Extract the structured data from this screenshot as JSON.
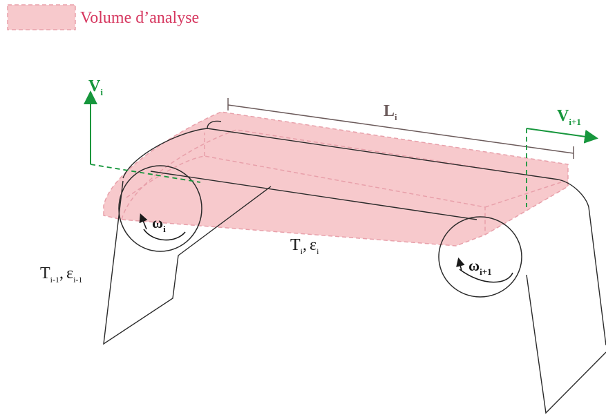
{
  "legend": {
    "label": "Volume d’analyse",
    "color": "#f7c9cc",
    "border_color": "#e8a0aa",
    "text_color": "#d6375f"
  },
  "labels": {
    "span_length": {
      "main": "L",
      "sub": "i"
    },
    "velocity_in": {
      "main": "V",
      "sub": "i"
    },
    "velocity_out": {
      "main": "V",
      "sub": "i+1"
    },
    "omega_left": {
      "main": "ω",
      "sub": "i"
    },
    "omega_right": {
      "main": "ω",
      "sub": "i+1"
    },
    "tension_span": {
      "t": "T",
      "t_sub": "i",
      "sep": ",",
      "e": "ε",
      "e_sub": "i"
    },
    "tension_prev": {
      "t": "T",
      "t_sub": "i-1",
      "sep": ",",
      "e": "ε",
      "e_sub": "i-1"
    }
  },
  "colors": {
    "outline": "#2a2a2a",
    "green": "#16963c",
    "span_line": "#6b5a5a"
  }
}
